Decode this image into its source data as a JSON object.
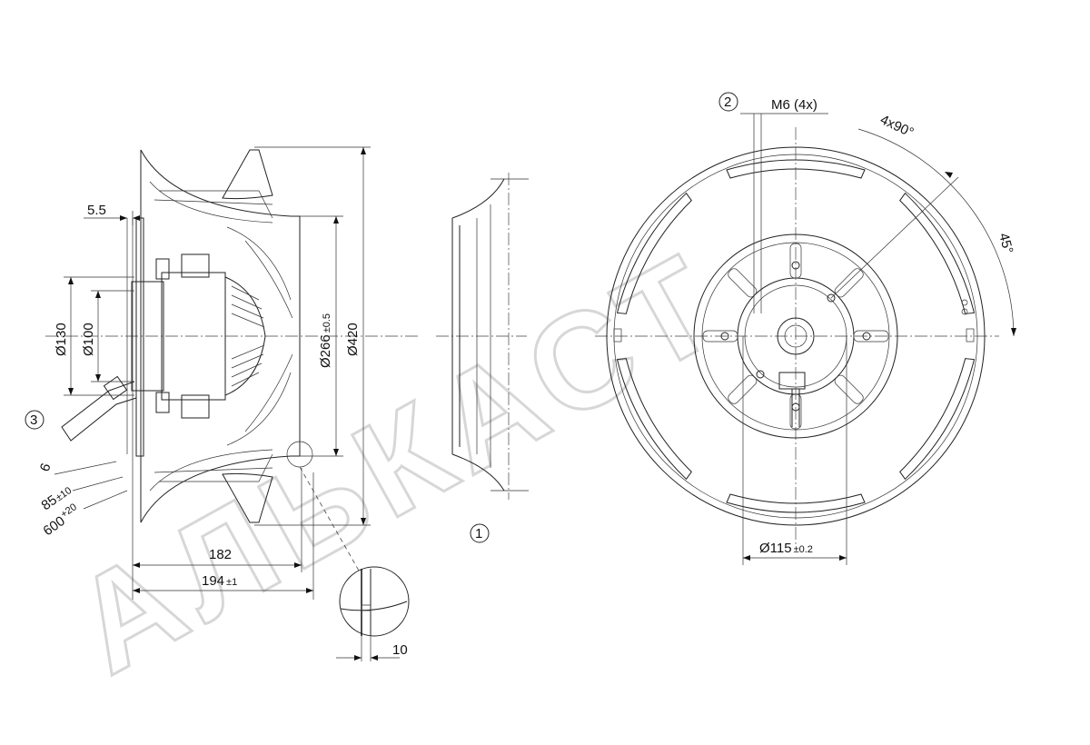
{
  "watermark": "АЛЬКАСТ",
  "callouts": {
    "c1": "1",
    "c2": "2",
    "c3": "3"
  },
  "side_view": {
    "d_5_5": "5.5",
    "d_130": "Ø130",
    "d_100": "Ø100",
    "d_266": "Ø266",
    "d_266_tol": "±0.5",
    "d_420": "Ø420",
    "d_6": "6",
    "d_85": "85",
    "d_85_tol": "±10",
    "d_600": "600",
    "d_600_tol": "+20",
    "d_182": "182",
    "d_194": "194",
    "d_194_tol": "±1"
  },
  "detail": {
    "d_10": "10"
  },
  "front_view": {
    "m6": "M6 (4x)",
    "angle_4x90": "4x90°",
    "angle_45": "45°",
    "d_115": "Ø115",
    "d_115_tol": "±0.2"
  }
}
